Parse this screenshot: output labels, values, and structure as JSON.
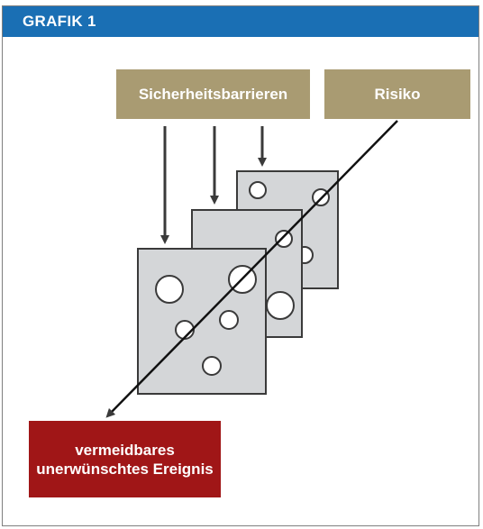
{
  "header": {
    "title": "GRAFIK 1"
  },
  "diagram": {
    "barriers_label": "Sicherheitsbarrieren",
    "risk_label": "Risiko",
    "event_label": "vermeidbares unerwünschtes Ereignis"
  },
  "colors": {
    "header_bg": "#1a6fb4",
    "label_bg": "#a99b72",
    "event_bg": "#a01617",
    "slice_fill": "#d4d6d8",
    "arrow": "#3a3a3a"
  }
}
